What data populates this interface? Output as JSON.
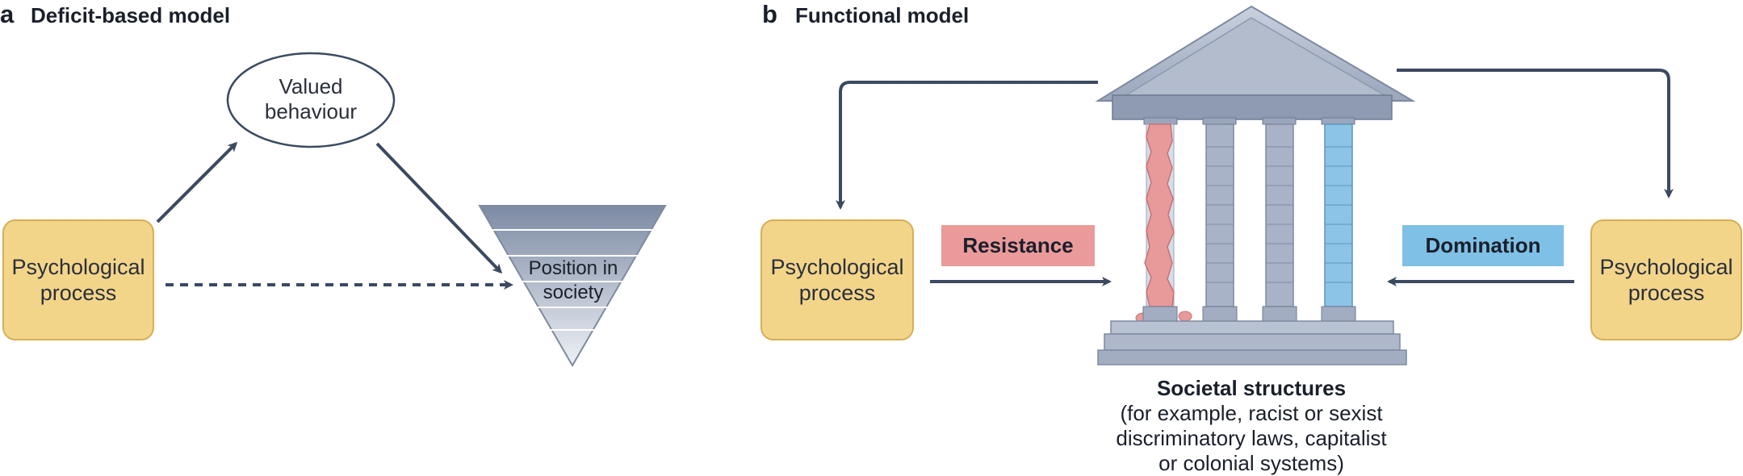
{
  "panel_a": {
    "letter": "a",
    "title": "Deficit-based model",
    "process_box": [
      "Psychological",
      "process"
    ],
    "valued_ellipse": [
      "Valued",
      "behaviour"
    ],
    "position_label": [
      "Position in",
      "society"
    ]
  },
  "panel_b": {
    "letter": "b",
    "title": "Functional model",
    "left_process_box": [
      "Psychological",
      "process"
    ],
    "right_process_box": [
      "Psychological",
      "process"
    ],
    "resistance_label": "Resistance",
    "domination_label": "Domination",
    "structures_title": "Societal structures",
    "structures_lines": [
      "(for example, racist or sexist",
      "discriminatory laws, capitalist",
      "or colonial systems)"
    ]
  },
  "colors": {
    "process_fill": "#f3d58a",
    "process_border": "#d6ae55",
    "arrow": "#3b4a60",
    "resistance_bg": "#eb9a9a",
    "domination_bg": "#7fc0e6",
    "temple_grey": "#a9b3c7",
    "broken_pillar": "#e89a9a",
    "blue_pillar": "#8cc4e8"
  }
}
